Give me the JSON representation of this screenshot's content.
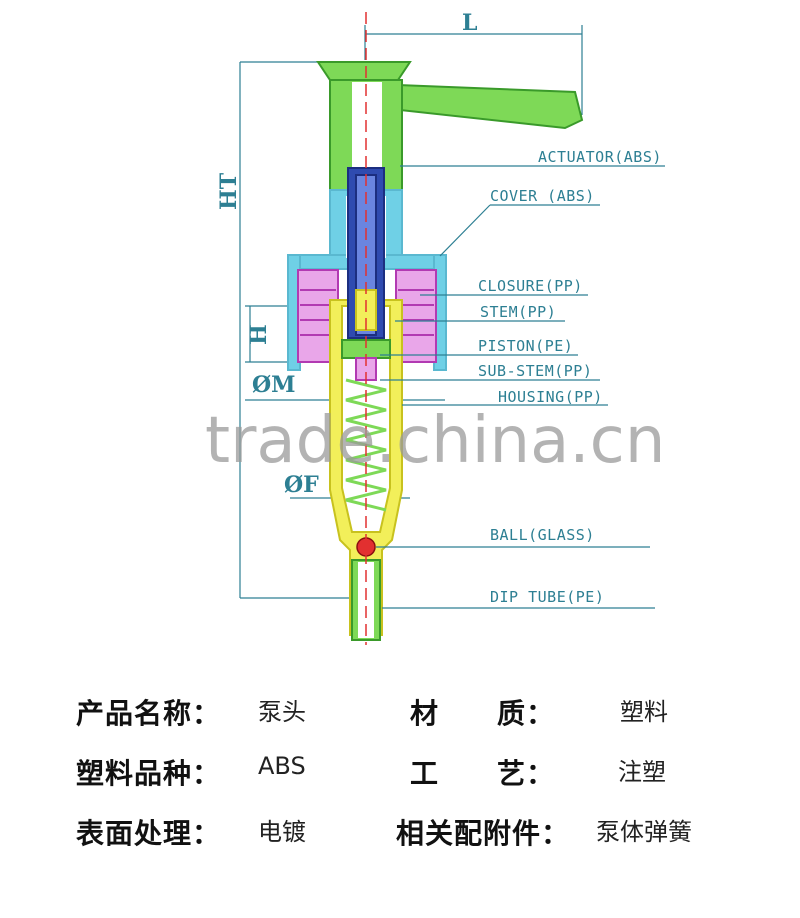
{
  "diagram": {
    "dimensions": {
      "length": "L",
      "height_total": "HT",
      "height": "H",
      "dia_m": "ØM",
      "dia_f": "ØF"
    },
    "labels": {
      "actuator": "ACTUATOR(ABS)",
      "cover": "COVER (ABS)",
      "closure": "CLOSURE(PP)",
      "stem": "STEM(PP)",
      "piston": "PISTON(PE)",
      "substem": "SUB-STEM(PP)",
      "housing": "HOUSING(PP)",
      "ball": "BALL(GLASS)",
      "diptube": "DIP TUBE(PE)"
    },
    "watermark": "trade.china.cn",
    "colors": {
      "actuator": "#7ed957",
      "cover": "#6fd0e6",
      "stem": "#2f4bb0",
      "closure": "#d24ad2",
      "housing": "#f2ef5a",
      "spring": "#7ed957",
      "ball": "#e23030",
      "line": "#2d7f93"
    }
  },
  "specs": [
    {
      "k1": "产品名称：",
      "v1": "泵头",
      "k2": "材　　质：",
      "v2": "塑料"
    },
    {
      "k1": "塑料品种：",
      "v1": "ABS",
      "k2": "工　　艺：",
      "v2": "注塑"
    },
    {
      "k1": "表面处理：",
      "v1": "电镀",
      "k2": "相关配附件：",
      "v2": "泵体弹簧"
    }
  ]
}
